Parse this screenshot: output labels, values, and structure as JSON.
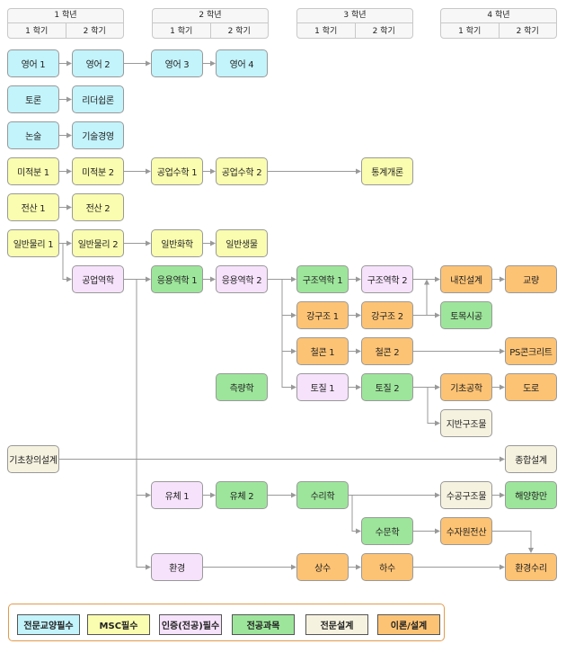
{
  "years": [
    {
      "label": "1 학년",
      "semesters": [
        "1 학기",
        "2 학기"
      ]
    },
    {
      "label": "2 학년",
      "semesters": [
        "1 학기",
        "2 학기"
      ]
    },
    {
      "label": "3 학년",
      "semesters": [
        "1 학기",
        "2 학기"
      ]
    },
    {
      "label": "4 학년",
      "semesters": [
        "1 학기",
        "2 학기"
      ]
    }
  ],
  "colors": {
    "liberal": "#c3f3fb",
    "msc": "#fafdaf",
    "cert": "#f6e2fb",
    "major": "#9de59b",
    "design": "#f6f2e0",
    "theory": "#fdc374",
    "line": "#999999",
    "legend_border": "#e29a4c"
  },
  "courses": [
    {
      "id": "eng1",
      "label": "영어 1",
      "type": "liberal",
      "col": 0,
      "row": 0
    },
    {
      "id": "eng2",
      "label": "영어 2",
      "type": "liberal",
      "col": 1,
      "row": 0
    },
    {
      "id": "eng3",
      "label": "영어 3",
      "type": "liberal",
      "col": 2,
      "row": 0
    },
    {
      "id": "eng4",
      "label": "영어 4",
      "type": "liberal",
      "col": 3,
      "row": 0
    },
    {
      "id": "debate",
      "label": "토론",
      "type": "liberal",
      "col": 0,
      "row": 1
    },
    {
      "id": "leader",
      "label": "리더쉽론",
      "type": "liberal",
      "col": 1,
      "row": 1
    },
    {
      "id": "essay",
      "label": "논술",
      "type": "liberal",
      "col": 0,
      "row": 2
    },
    {
      "id": "techmgmt",
      "label": "기술경영",
      "type": "liberal",
      "col": 1,
      "row": 2
    },
    {
      "id": "calc1",
      "label": "미적분 1",
      "type": "msc",
      "col": 0,
      "row": 3
    },
    {
      "id": "calc2",
      "label": "미적분 2",
      "type": "msc",
      "col": 1,
      "row": 3
    },
    {
      "id": "engmath1",
      "label": "공업수학 1",
      "type": "msc",
      "col": 2,
      "row": 3
    },
    {
      "id": "engmath2",
      "label": "공업수학 2",
      "type": "msc",
      "col": 3,
      "row": 3
    },
    {
      "id": "stats",
      "label": "통계개론",
      "type": "msc",
      "col": 5,
      "row": 3
    },
    {
      "id": "comp1",
      "label": "전산 1",
      "type": "msc",
      "col": 0,
      "row": 4
    },
    {
      "id": "comp2",
      "label": "전산 2",
      "type": "msc",
      "col": 1,
      "row": 4
    },
    {
      "id": "phys1",
      "label": "일반물리 1",
      "type": "msc",
      "col": 0,
      "row": 5
    },
    {
      "id": "phys2",
      "label": "일반물리 2",
      "type": "msc",
      "col": 1,
      "row": 5
    },
    {
      "id": "chem",
      "label": "일반화학",
      "type": "msc",
      "col": 2,
      "row": 5
    },
    {
      "id": "bio",
      "label": "일반생물",
      "type": "msc",
      "col": 3,
      "row": 5
    },
    {
      "id": "engmech",
      "label": "공업역학",
      "type": "cert",
      "col": 1,
      "row": 6
    },
    {
      "id": "appmech1",
      "label": "응용역학 1",
      "type": "major",
      "col": 2,
      "row": 6
    },
    {
      "id": "appmech2",
      "label": "응용역학 2",
      "type": "cert",
      "col": 3,
      "row": 6
    },
    {
      "id": "struct1",
      "label": "구조역학 1",
      "type": "major",
      "col": 4,
      "row": 6
    },
    {
      "id": "struct2",
      "label": "구조역학 2",
      "type": "cert",
      "col": 5,
      "row": 6
    },
    {
      "id": "seismic",
      "label": "내진설계",
      "type": "theory",
      "col": 6,
      "row": 6
    },
    {
      "id": "bridge",
      "label": "교량",
      "type": "theory",
      "col": 7,
      "row": 6
    },
    {
      "id": "steel1",
      "label": "강구조 1",
      "type": "theory",
      "col": 4,
      "row": 7
    },
    {
      "id": "steel2",
      "label": "강구조 2",
      "type": "theory",
      "col": 5,
      "row": 7
    },
    {
      "id": "construct",
      "label": "토목시공",
      "type": "major",
      "col": 6,
      "row": 7
    },
    {
      "id": "rc1",
      "label": "철콘 1",
      "type": "theory",
      "col": 4,
      "row": 8
    },
    {
      "id": "rc2",
      "label": "철콘 2",
      "type": "theory",
      "col": 5,
      "row": 8
    },
    {
      "id": "psc",
      "label": "PS콘크리트",
      "type": "theory",
      "col": 7,
      "row": 8
    },
    {
      "id": "survey",
      "label": "측량학",
      "type": "major",
      "col": 3,
      "row": 9
    },
    {
      "id": "soil1",
      "label": "토질 1",
      "type": "cert",
      "col": 4,
      "row": 9
    },
    {
      "id": "soil2",
      "label": "토질 2",
      "type": "major",
      "col": 5,
      "row": 9
    },
    {
      "id": "found",
      "label": "기초공학",
      "type": "theory",
      "col": 6,
      "row": 9
    },
    {
      "id": "road",
      "label": "도로",
      "type": "theory",
      "col": 7,
      "row": 9
    },
    {
      "id": "geostruct",
      "label": "지반구조물",
      "type": "design",
      "col": 6,
      "row": 10
    },
    {
      "id": "basicdesign",
      "label": "기초창의설계",
      "type": "design",
      "col": 0,
      "row": 11
    },
    {
      "id": "capstone",
      "label": "종합설계",
      "type": "design",
      "col": 7,
      "row": 11
    },
    {
      "id": "fluid1",
      "label": "유체 1",
      "type": "cert",
      "col": 2,
      "row": 12
    },
    {
      "id": "fluid2",
      "label": "유체 2",
      "type": "major",
      "col": 3,
      "row": 12
    },
    {
      "id": "hydraulics",
      "label": "수리학",
      "type": "major",
      "col": 4,
      "row": 12
    },
    {
      "id": "hydrostruct",
      "label": "수공구조물",
      "type": "design",
      "col": 6,
      "row": 12
    },
    {
      "id": "coastal",
      "label": "해양항만",
      "type": "major",
      "col": 7,
      "row": 12
    },
    {
      "id": "hydrology",
      "label": "수문학",
      "type": "major",
      "col": 5,
      "row": 13
    },
    {
      "id": "wrcomp",
      "label": "수자원전산",
      "type": "theory",
      "col": 6,
      "row": 13
    },
    {
      "id": "env",
      "label": "환경",
      "type": "cert",
      "col": 2,
      "row": 14
    },
    {
      "id": "water",
      "label": "상수",
      "type": "theory",
      "col": 4,
      "row": 14
    },
    {
      "id": "sewer",
      "label": "하수",
      "type": "theory",
      "col": 5,
      "row": 14
    },
    {
      "id": "envhydro",
      "label": "환경수리",
      "type": "theory",
      "col": 7,
      "row": 14
    }
  ],
  "links": [
    [
      "eng1",
      "eng2"
    ],
    [
      "eng2",
      "eng3"
    ],
    [
      "eng3",
      "eng4"
    ],
    [
      "debate",
      "leader"
    ],
    [
      "essay",
      "techmgmt"
    ],
    [
      "calc1",
      "calc2"
    ],
    [
      "calc2",
      "engmath1"
    ],
    [
      "engmath1",
      "engmath2"
    ],
    [
      "engmath2",
      "stats"
    ],
    [
      "comp1",
      "comp2"
    ],
    [
      "phys1",
      "phys2"
    ],
    [
      "phys2",
      "chem"
    ],
    [
      "chem",
      "bio"
    ],
    [
      "phys1",
      "engmech"
    ],
    [
      "engmech",
      "appmech1"
    ],
    [
      "appmech1",
      "appmech2"
    ],
    [
      "engmech",
      "fluid1"
    ],
    [
      "engmech",
      "env"
    ],
    [
      "appmech2",
      "struct1"
    ],
    [
      "appmech2",
      "steel1"
    ],
    [
      "appmech2",
      "rc1"
    ],
    [
      "appmech2",
      "soil1"
    ],
    [
      "struct1",
      "struct2"
    ],
    [
      "struct2",
      "seismic"
    ],
    [
      "seismic",
      "bridge"
    ],
    [
      "steel1",
      "steel2"
    ],
    [
      "steel2",
      "seismic"
    ],
    [
      "steel2",
      "construct"
    ],
    [
      "rc1",
      "rc2"
    ],
    [
      "rc2",
      "psc"
    ],
    [
      "soil1",
      "soil2"
    ],
    [
      "soil2",
      "found"
    ],
    [
      "soil2",
      "geostruct"
    ],
    [
      "found",
      "road"
    ],
    [
      "basicdesign",
      "capstone"
    ],
    [
      "fluid1",
      "fluid2"
    ],
    [
      "fluid2",
      "hydraulics"
    ],
    [
      "hydraulics",
      "hydrostruct"
    ],
    [
      "hydraulics",
      "hydrology"
    ],
    [
      "hydrostruct",
      "coastal"
    ],
    [
      "hydrology",
      "wrcomp"
    ],
    [
      "wrcomp",
      "envhydro"
    ],
    [
      "env",
      "water"
    ],
    [
      "water",
      "sewer"
    ],
    [
      "sewer",
      "envhydro"
    ]
  ],
  "legend": [
    {
      "label": "전문교양필수",
      "type": "liberal"
    },
    {
      "label": "MSC필수",
      "type": "msc"
    },
    {
      "label": "인증(전공)필수",
      "type": "cert"
    },
    {
      "label": "전공과목",
      "type": "major"
    },
    {
      "label": "전문설계",
      "type": "design"
    },
    {
      "label": "이론/설계",
      "type": "theory"
    }
  ]
}
